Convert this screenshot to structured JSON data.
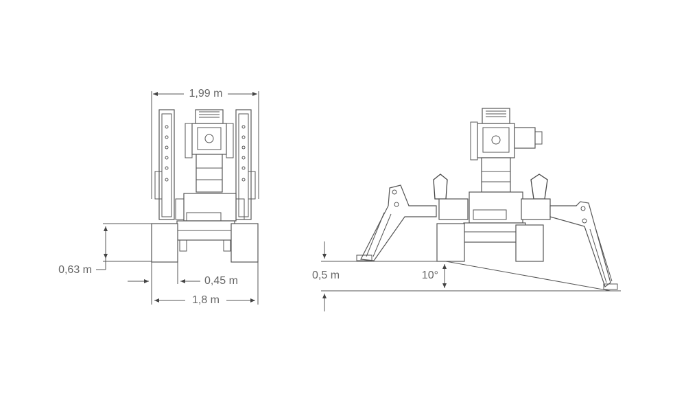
{
  "front_view": {
    "width_top": "1,99 m",
    "height_clearance": "0,63 m",
    "track_width": "0,45 m",
    "width_bottom": "1,8 m"
  },
  "side_view": {
    "ground_offset": "0,5 m",
    "angle": "10°"
  },
  "colors": {
    "line": "#555555",
    "text": "#666666",
    "background": "#ffffff"
  }
}
